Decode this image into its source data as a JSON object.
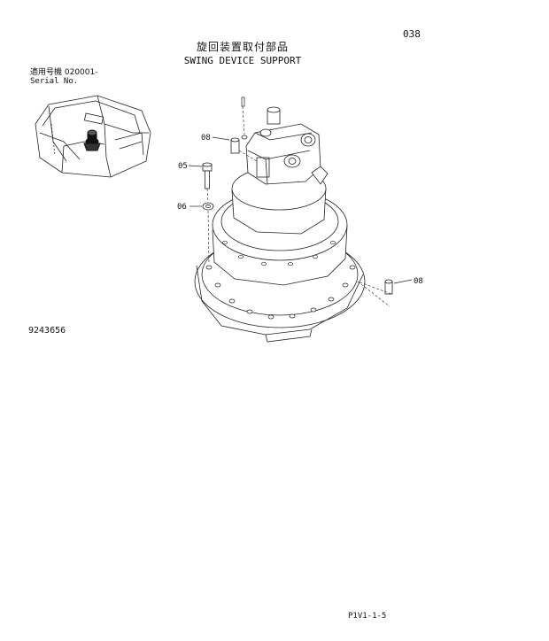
{
  "header": {
    "page_number": "038",
    "title_jp": "旋回装置取付部品",
    "title_en": "SWING DEVICE SUPPORT"
  },
  "serial": {
    "label_jp": "適用号機  020001-",
    "label_en": "Serial No."
  },
  "diagram": {
    "number": "9243656",
    "callouts": [
      {
        "id": "08",
        "part": "pin"
      },
      {
        "id": "05",
        "part": "bolt"
      },
      {
        "id": "06",
        "part": "washer"
      },
      {
        "id": "08",
        "part": "pin"
      }
    ]
  },
  "footer": {
    "code": "P1V1-1-5"
  }
}
